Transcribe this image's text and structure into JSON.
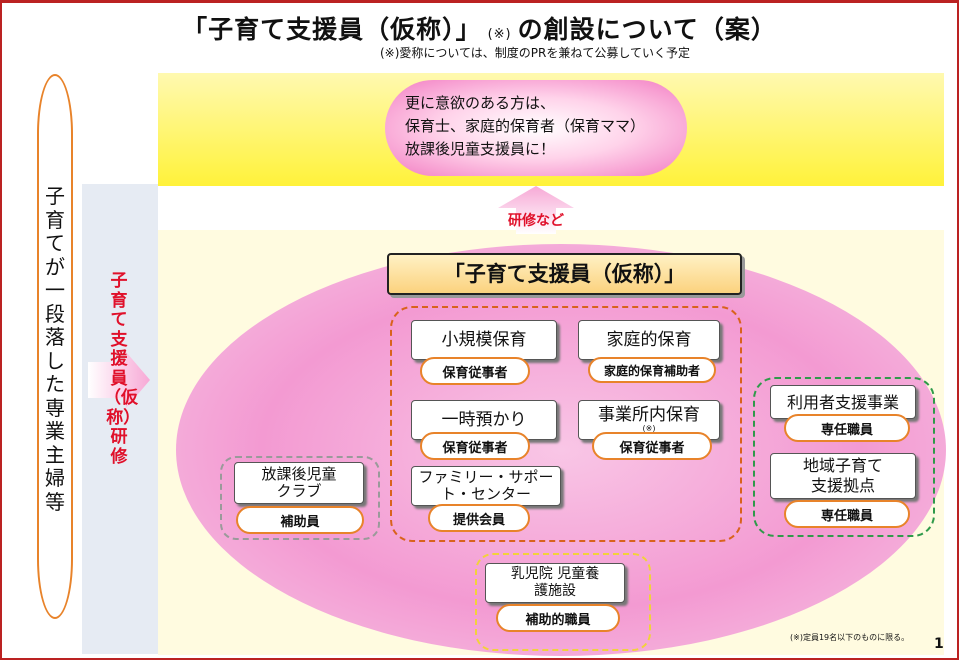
{
  "title": {
    "main_a": "「子育て支援員（仮称）」",
    "mark": "(※)",
    "main_b": "の創設について（案）"
  },
  "subtitle": "(※)愛称については、制度のPRを兼ねて公募していく予定",
  "top_pill": [
    "更に意欲のある方は、",
    "保育士、家庭的保育者（保育ママ）",
    "放課後児童支援員に！"
  ],
  "arrow_label": "研修など",
  "left_column": "子育てが一段落した専業主婦等",
  "training_label": "子育て支援員（仮称）研修",
  "main_label": "「子育て支援員（仮称）」",
  "services": [
    {
      "name": "小規模保育",
      "role": "保育従事者"
    },
    {
      "name": "家庭的保育",
      "role": "家庭的保育補助者"
    },
    {
      "name": "一時預かり",
      "role": "保育従事者"
    },
    {
      "name": "事業所内保育",
      "mark": "(※)",
      "role": "保育従事者"
    },
    {
      "name": "ファミリー・サポート・センター",
      "role": "提供会員"
    },
    {
      "name": "放課後児童クラブ",
      "role": "補助員"
    },
    {
      "name": "利用者支援事業",
      "role": "専任職員"
    },
    {
      "name": "地域子育て支援拠点",
      "role": "専任職員"
    },
    {
      "name": "乳児院 児童養護施設",
      "role": "補助的職員"
    }
  ],
  "footnote": "(※)定員19名以下のものに限る。",
  "page_number": "1",
  "colors": {
    "accent_red": "#e0102a",
    "border_orange": "#e8832a",
    "band_yellow": "#fff23a",
    "pink": "#f39ad2"
  }
}
